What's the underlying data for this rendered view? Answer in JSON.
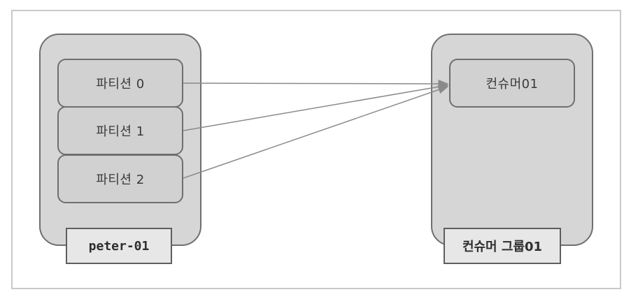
{
  "topic": {
    "partitions": [
      {
        "label": "파티션 0"
      },
      {
        "label": "파티션 1"
      },
      {
        "label": "파티션 2"
      }
    ],
    "name": "peter-01"
  },
  "consumer_group": {
    "consumers": [
      {
        "label": "컨슈머01"
      }
    ],
    "name": "컨슈머 그룹01"
  },
  "connections": [
    {
      "from": "파티션 0",
      "to": "컨슈머01"
    },
    {
      "from": "파티션 1",
      "to": "컨슈머01"
    },
    {
      "from": "파티션 2",
      "to": "컨슈머01"
    }
  ],
  "colors": {
    "box_fill": "#d6d6d6",
    "border": "#6f6f6f",
    "arrow": "#8a8a8a",
    "label_fill": "#e7e7e7"
  }
}
